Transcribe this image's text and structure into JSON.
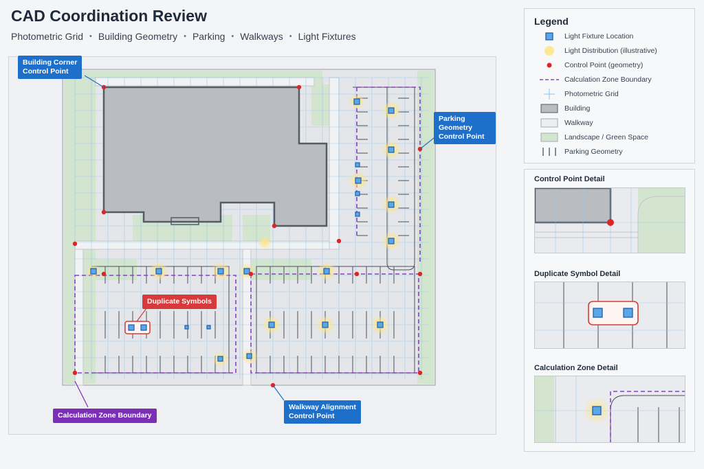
{
  "header": {
    "title": "CAD Coordination Review",
    "tags": [
      "Photometric Grid",
      "Building Geometry",
      "Parking",
      "Walkways",
      "Light Fixtures"
    ]
  },
  "plan": {
    "callouts": {
      "building_corner": "Building Corner\nControl Point",
      "parking_geometry": "Parking Geometry\nControl Point",
      "duplicate": "Duplicate Symbols",
      "calc_zone": "Calculation Zone Boundary",
      "walkway": "Walkway Alignment\nControl Point"
    }
  },
  "legend": {
    "title": "Legend",
    "items": [
      {
        "icon": "fixture-square-icon",
        "label": "Light Fixture Location"
      },
      {
        "icon": "glow-circle-icon",
        "label": "Light Distribution (illustrative)"
      },
      {
        "icon": "red-dot-icon",
        "label": "Control Point (geometry)"
      },
      {
        "icon": "dashed-line-icon",
        "label": "Calculation Zone Boundary"
      },
      {
        "icon": "crosshair-icon",
        "label": "Photometric Grid"
      },
      {
        "icon": "building-swatch-icon",
        "label": "Building"
      },
      {
        "icon": "walkway-swatch-icon",
        "label": "Walkway"
      },
      {
        "icon": "landscape-swatch-icon",
        "label": "Landscape / Green Space"
      },
      {
        "icon": "parking-lines-icon",
        "label": "Parking Geometry"
      }
    ]
  },
  "details": {
    "control_point": "Control Point Detail",
    "duplicate_symbol": "Duplicate Symbol Detail",
    "calc_zone": "Calculation Zone Detail"
  },
  "colors": {
    "fixture": "#5aa6e8",
    "fixture_stroke": "#1e5fa8",
    "glow": "#fde68a",
    "control_point": "#dc2626",
    "calc_zone": "#8b3fc6",
    "grid": "#8ec3ee",
    "building": "#b9bcc1",
    "walkway": "#e6e8eb",
    "landscape": "#d3e4cf"
  }
}
